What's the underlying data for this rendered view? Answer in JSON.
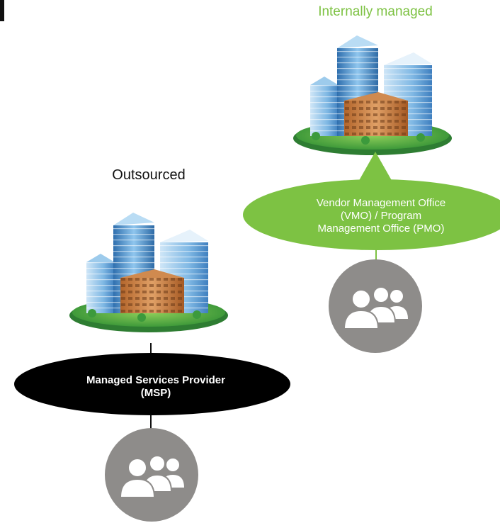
{
  "internal": {
    "title": "Internally managed",
    "office_line1": "Vendor Management Office",
    "office_line2": "(VMO) / Program",
    "office_line3": "Management Office (PMO)"
  },
  "outsourced": {
    "title": "Outsourced",
    "provider_line1": "Managed Services Provider",
    "provider_line2": "(MSP)"
  },
  "colors": {
    "green": "#7dc243",
    "black": "#000000",
    "people_circle": "#8e8c8a",
    "building_blue": "#4a90c8",
    "grass": "#3f9a3a"
  },
  "icons": [
    "building-icon",
    "people-group-icon"
  ]
}
